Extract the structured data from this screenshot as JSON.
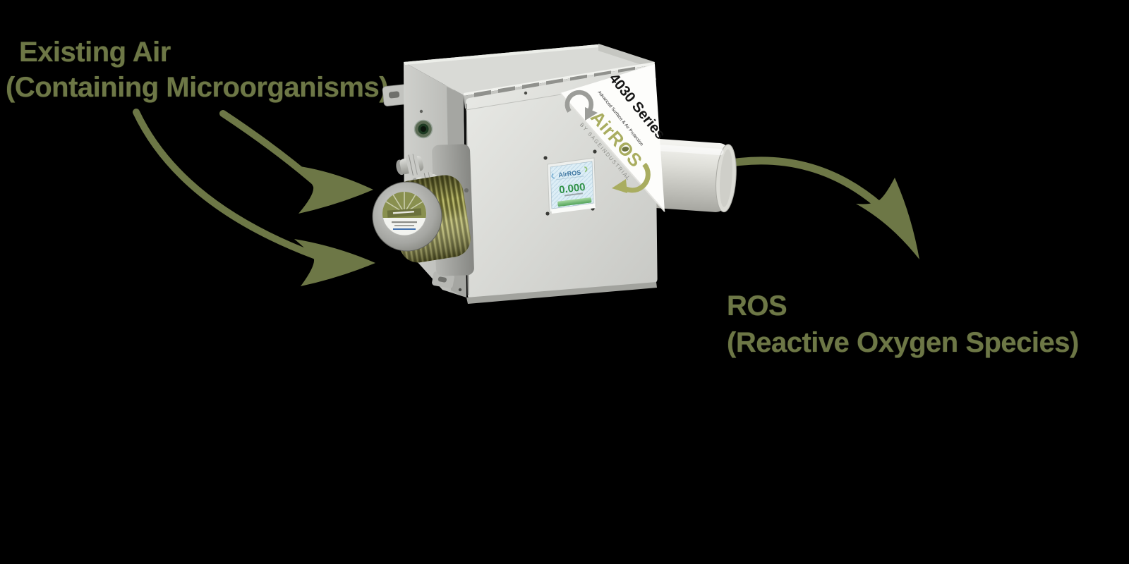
{
  "scene": {
    "background_color": "#000000",
    "accent_color": "#6d7746"
  },
  "inflow_label": {
    "line1": "Existing Air",
    "line2": "(Containing Microorganisms)"
  },
  "outflow_label": {
    "line1": "ROS",
    "line2": "(Reactive Oxygen Species)"
  },
  "device": {
    "badge": {
      "series": "4030 Series",
      "tagline": "Advanced Surface & Air Protection",
      "brand": "AirROS",
      "byline": "BY SAGEINDUSTRIAL",
      "trademark": "™",
      "brand_color": "#a9ad60"
    },
    "display": {
      "logo": "AirROS",
      "reading": "0.000",
      "reading_color": "#2f9147"
    }
  }
}
